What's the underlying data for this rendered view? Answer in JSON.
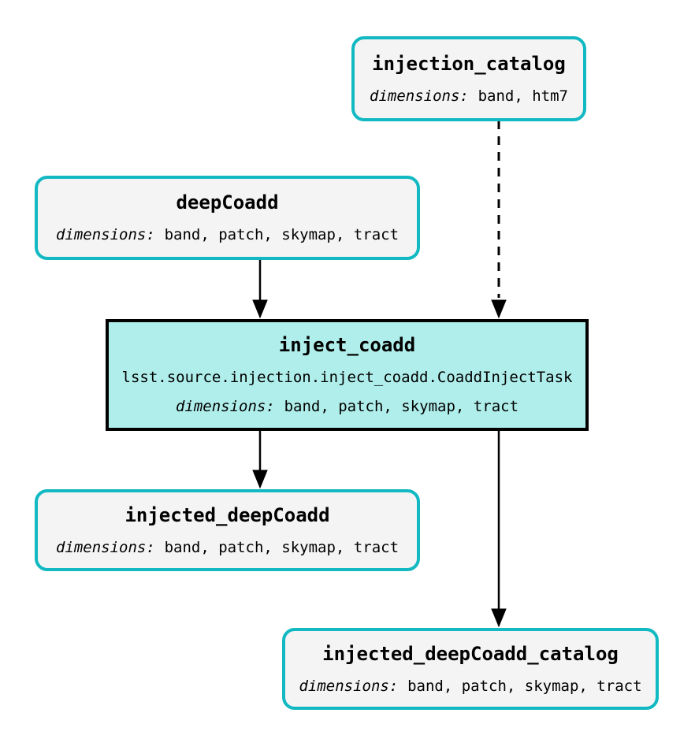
{
  "diagram": {
    "type": "pipeline-task-graph",
    "colors": {
      "dataset_border": "#12b9c2",
      "dataset_fill": "#f4f4f4",
      "task_border": "#000000",
      "task_fill": "#afeeea",
      "edge_color": "#000000",
      "text_color": "#000000",
      "background": "#ffffff"
    },
    "nodes": [
      {
        "id": "injection_catalog",
        "kind": "dataset",
        "title": "injection_catalog",
        "dimensions_label": "dimensions:",
        "dimensions": "band, htm7"
      },
      {
        "id": "deepCoadd",
        "kind": "dataset",
        "title": "deepCoadd",
        "dimensions_label": "dimensions:",
        "dimensions": "band, patch, skymap, tract"
      },
      {
        "id": "inject_coadd",
        "kind": "task",
        "title": "inject_coadd",
        "task_class": "lsst.source.injection.inject_coadd.CoaddInjectTask",
        "dimensions_label": "dimensions:",
        "dimensions": "band, patch, skymap, tract"
      },
      {
        "id": "injected_deepCoadd",
        "kind": "dataset",
        "title": "injected_deepCoadd",
        "dimensions_label": "dimensions:",
        "dimensions": "band, patch, skymap, tract"
      },
      {
        "id": "injected_deepCoadd_catalog",
        "kind": "dataset",
        "title": "injected_deepCoadd_catalog",
        "dimensions_label": "dimensions:",
        "dimensions": "band, patch, skymap, tract"
      }
    ],
    "edges": [
      {
        "from": "deepCoadd",
        "to": "inject_coadd",
        "style": "solid"
      },
      {
        "from": "injection_catalog",
        "to": "inject_coadd",
        "style": "dashed"
      },
      {
        "from": "inject_coadd",
        "to": "injected_deepCoadd",
        "style": "solid"
      },
      {
        "from": "inject_coadd",
        "to": "injected_deepCoadd_catalog",
        "style": "solid"
      }
    ]
  }
}
